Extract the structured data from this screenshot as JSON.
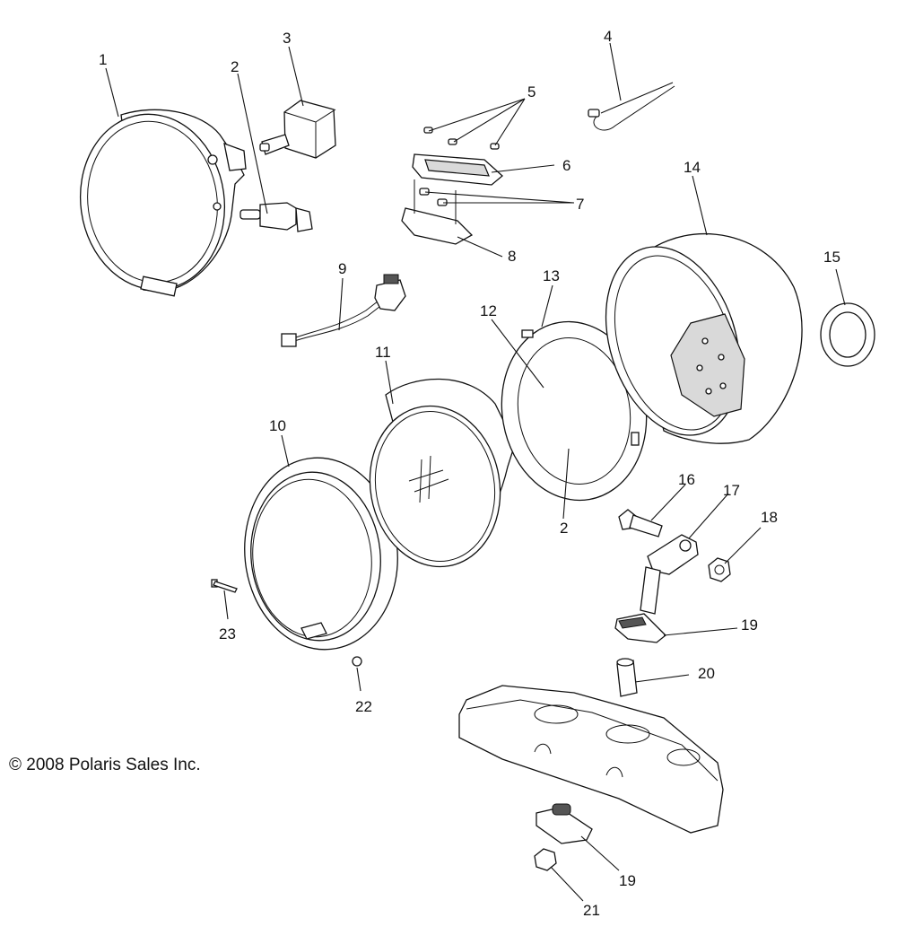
{
  "copyright": "© 2008 Polaris Sales Inc.",
  "callouts": {
    "c1": "1",
    "c2a": "2",
    "c2b": "2",
    "c3": "3",
    "c4": "4",
    "c5": "5",
    "c6": "6",
    "c7": "7",
    "c8": "8",
    "c9": "9",
    "c10": "10",
    "c11": "11",
    "c12": "12",
    "c13": "13",
    "c14": "14",
    "c15": "15",
    "c16": "16",
    "c17": "17",
    "c18": "18",
    "c19a": "19",
    "c19b": "19",
    "c20": "20",
    "c21": "21",
    "c22": "22",
    "c23": "23"
  }
}
